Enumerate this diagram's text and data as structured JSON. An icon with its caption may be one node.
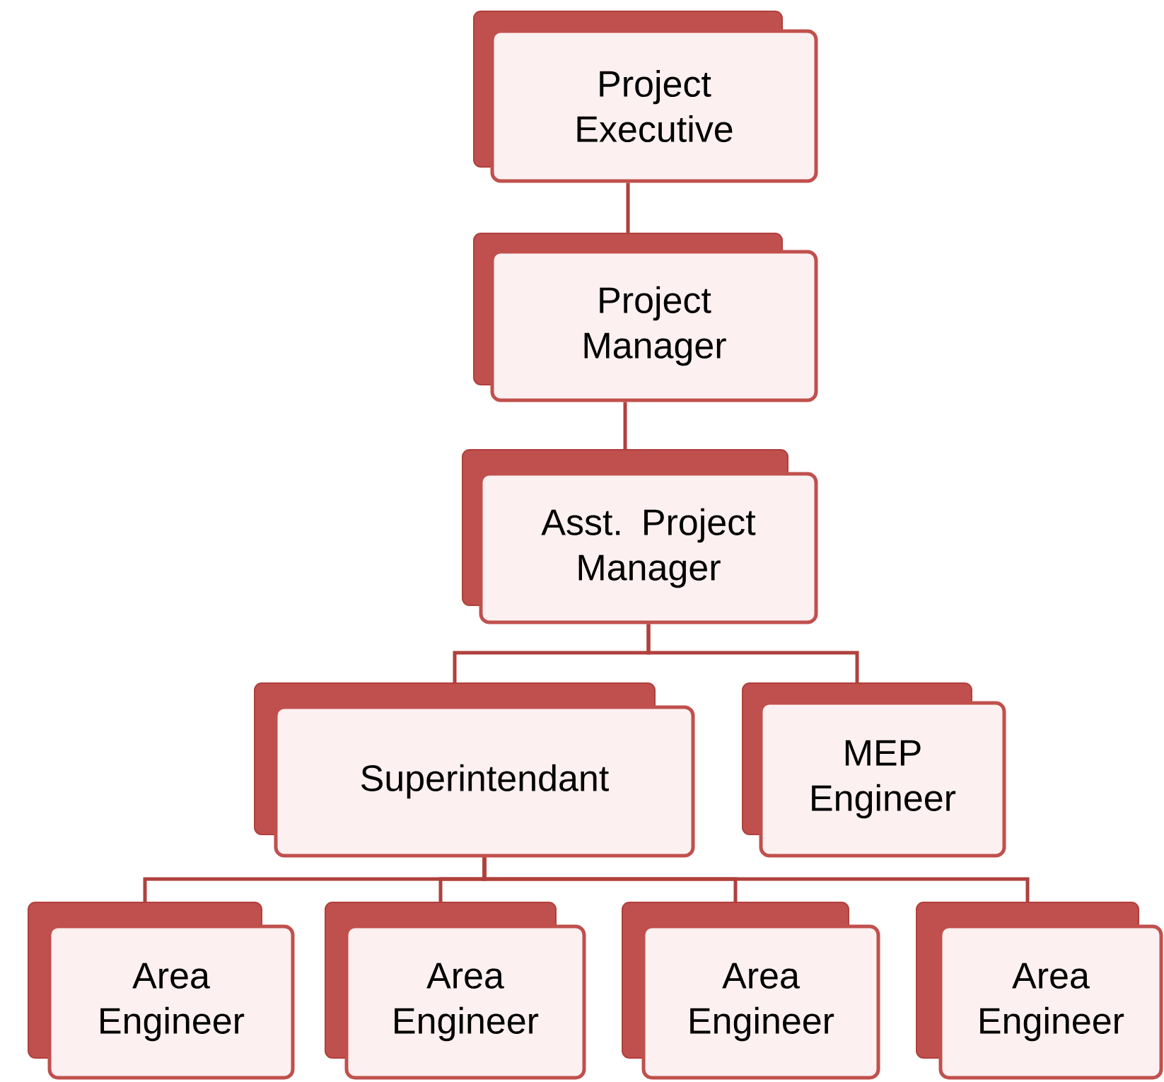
{
  "diagram": {
    "nodes": [
      {
        "text": [
          "Project Executive"
        ]
      },
      {
        "text": [
          "Project Manager"
        ]
      },
      {
        "text": [
          "Asst. Project Manager"
        ]
      },
      {
        "text": [
          "Superintendant"
        ]
      },
      {
        "text": [
          "MEP Engineer"
        ]
      },
      {
        "text": [
          "Area Engineer"
        ]
      },
      {
        "text": [
          "Area Engineer"
        ]
      },
      {
        "text": [
          "Area Engineer"
        ]
      },
      {
        "text": [
          "Area Engineer"
        ]
      }
    ],
    "edges": [
      {
        "from": 0,
        "to": 1,
        "arrow": "none"
      },
      {
        "from": 1,
        "to": 2,
        "arrow": "none"
      },
      {
        "from": 2,
        "to": 3,
        "arrow": "none"
      },
      {
        "from": 2,
        "to": 4,
        "arrow": "none"
      },
      {
        "from": 3,
        "to": 5,
        "arrow": "none"
      },
      {
        "from": 3,
        "to": 6,
        "arrow": "none"
      },
      {
        "from": 3,
        "to": 7,
        "arrow": "none"
      },
      {
        "from": 3,
        "to": 8,
        "arrow": "none"
      }
    ]
  }
}
